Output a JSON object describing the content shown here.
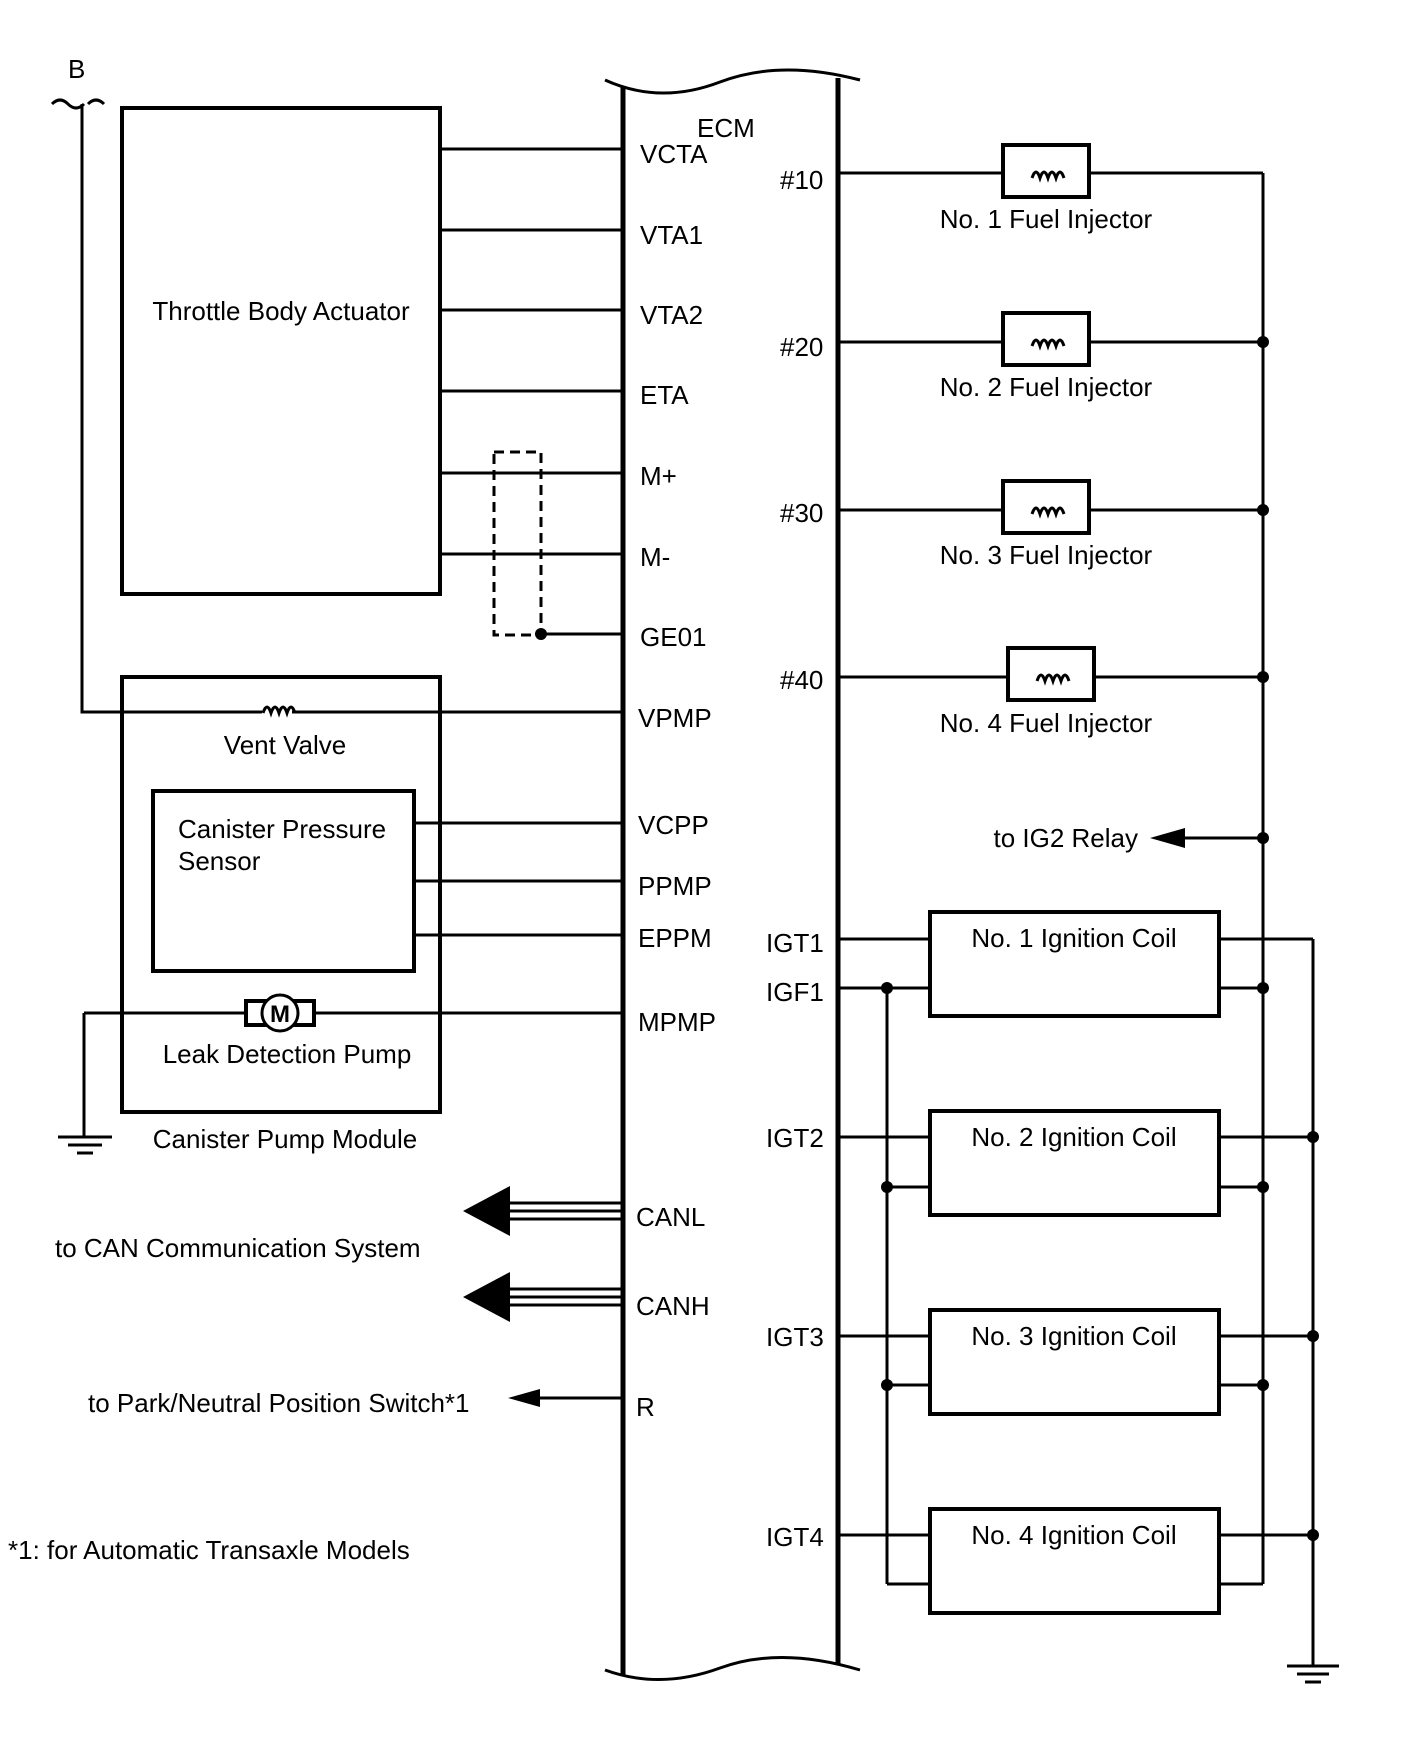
{
  "ecm": {
    "title": "ECM",
    "left_pins": [
      "VCTA",
      "VTA1",
      "VTA2",
      "ETA",
      "M+",
      "M-",
      "GE01",
      "VPMP",
      "VCPP",
      "PPMP",
      "EPPM",
      "MPMP",
      "CANL",
      "CANH",
      "R"
    ],
    "right_pins": [
      "#10",
      "#20",
      "#30",
      "#40",
      "IGT1",
      "IGF1",
      "IGT2",
      "IGT3",
      "IGT4"
    ]
  },
  "connector_b": "B",
  "throttle_body_actuator": "Throttle Body Actuator",
  "canister_pump_module": {
    "name": "Canister Pump Module",
    "vent_valve": "Vent Valve",
    "pressure_sensor_line1": "Canister Pressure",
    "pressure_sensor_line2": "Sensor",
    "leak_pump": "Leak Detection Pump",
    "motor_symbol": "M"
  },
  "injectors": [
    "No. 1 Fuel Injector",
    "No. 2 Fuel Injector",
    "No. 3 Fuel Injector",
    "No. 4 Fuel Injector"
  ],
  "ig2_relay": "to IG2 Relay",
  "ignition_coils": [
    "No. 1 Ignition Coil",
    "No. 2 Ignition Coil",
    "No. 3 Ignition Coil",
    "No. 4 Ignition Coil"
  ],
  "can_system": "to CAN Communication System",
  "park_neutral": "to Park/Neutral Position Switch*1",
  "footnote": "*1: for Automatic Transaxle Models",
  "icons": [
    "solenoid-coil-icon",
    "motor-icon",
    "ground-icon",
    "arrow-icon",
    "junction-dot-icon"
  ]
}
